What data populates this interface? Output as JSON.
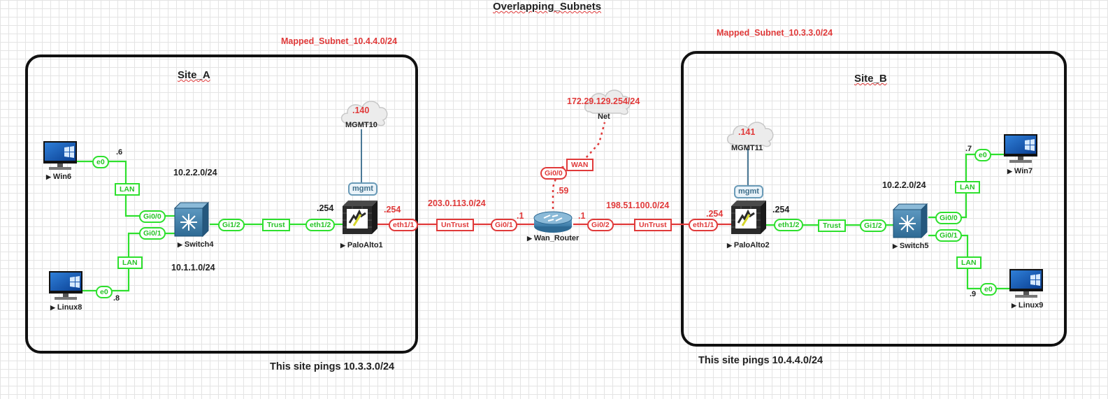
{
  "title": "Overlapping_Subnets",
  "colors": {
    "lan": "#2ee02e",
    "wan": "#e03a3a",
    "text": "#222222",
    "cloud": "#e8e8e8"
  },
  "site_a": {
    "label": "Site_A",
    "mapped_subnet": "Mapped_Subnet_10.4.4.0/24",
    "note": "This site pings 10.3.3.0/24",
    "subnet_top": "10.2.2.0/24",
    "subnet_bottom": "10.1.1.0/24",
    "win6": {
      "name": "Win6",
      "iface": "e0",
      "host": ".6"
    },
    "linux8": {
      "name": "Linux8",
      "iface": "e0",
      "host": ".8"
    },
    "switch4": {
      "name": "Switch4",
      "ports": [
        "Gi0/0",
        "Gi0/1",
        "Gi1/2"
      ]
    },
    "lan_label": "LAN",
    "trust_label": "Trust",
    "paloalto1": {
      "name": "PaloAlto1",
      "inside": "eth1/2",
      "outside": "eth1/1",
      "inside_host": ".254",
      "outside_host": ".254"
    },
    "mgmt10": {
      "name": "MGMT10",
      "host": ".140",
      "iface": "mgmt"
    }
  },
  "wan": {
    "untrust_label": "UnTrust",
    "left_subnet": "203.0.113.0/24",
    "right_subnet": "198.51.100.0/24",
    "router": {
      "name": "Wan_Router",
      "left_port": "Gi0/1",
      "right_port": "Gi0/2",
      "top_port": "Gi0/0",
      "left_host": ".1",
      "right_host": ".1",
      "top_host": ".59"
    },
    "net": {
      "name": "Net",
      "subnet": "172.29.129.254/24",
      "label": "WAN"
    }
  },
  "site_b": {
    "label": "Site_B",
    "mapped_subnet": "Mapped_Subnet_10.3.3.0/24",
    "note": "This site pings 10.4.4.0/24",
    "subnet": "10.2.2.0/24",
    "win7": {
      "name": "Win7",
      "iface": "e0",
      "host": ".7"
    },
    "linux9": {
      "name": "Linux9",
      "iface": "e0",
      "host": ".9"
    },
    "switch5": {
      "name": "Switch5",
      "ports": [
        "Gi0/0",
        "Gi0/1",
        "Gi1/2"
      ]
    },
    "lan_label": "LAN",
    "trust_label": "Trust",
    "paloalto2": {
      "name": "PaloAlto2",
      "inside": "eth1/2",
      "outside": "eth1/1",
      "inside_host": ".254",
      "outside_host": ".254"
    },
    "mgmt11": {
      "name": "MGMT11",
      "host": ".141",
      "iface": "mgmt"
    }
  }
}
